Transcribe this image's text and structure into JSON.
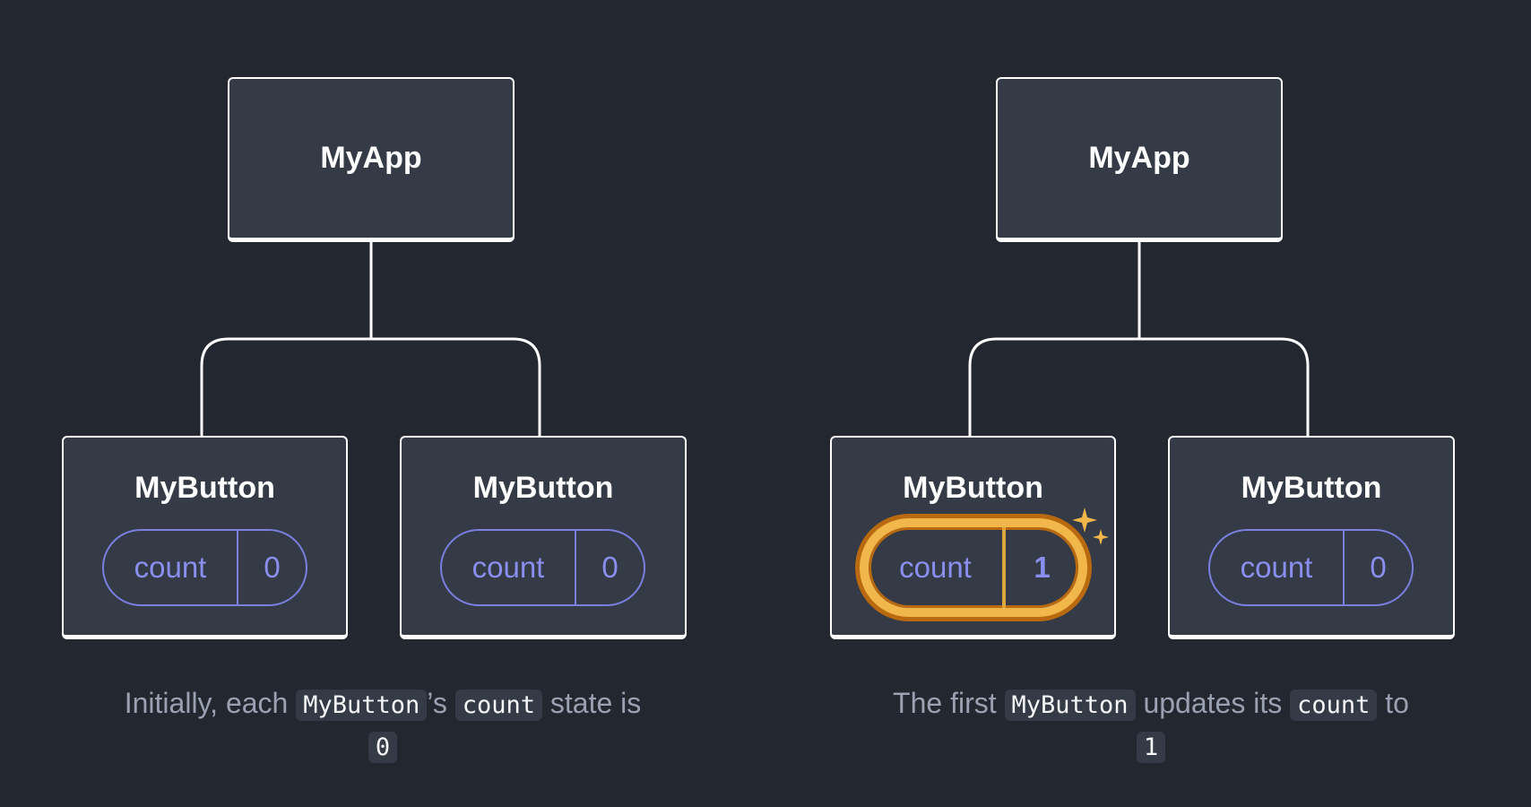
{
  "left": {
    "app_label": "MyApp",
    "buttons": [
      {
        "label": "MyButton",
        "key": "count",
        "value": "0"
      },
      {
        "label": "MyButton",
        "key": "count",
        "value": "0"
      }
    ],
    "caption": {
      "t1": "Initially, each ",
      "c1": "MyButton",
      "t2": "’s ",
      "c2": "count",
      "t3": " state is ",
      "c3": "0"
    }
  },
  "right": {
    "app_label": "MyApp",
    "buttons": [
      {
        "label": "MyButton",
        "key": "count",
        "value": "1"
      },
      {
        "label": "MyButton",
        "key": "count",
        "value": "0"
      }
    ],
    "caption": {
      "t1": "The first ",
      "c1": "MyButton",
      "t2": " updates its ",
      "c2": "count",
      "t3": " to ",
      "c3": "1"
    }
  },
  "colors": {
    "background": "#23272f",
    "node_fill": "#343a46",
    "state_accent": "#8a8fef",
    "highlight": "#f2b74a"
  },
  "icons": [
    "sparkle-icon"
  ]
}
